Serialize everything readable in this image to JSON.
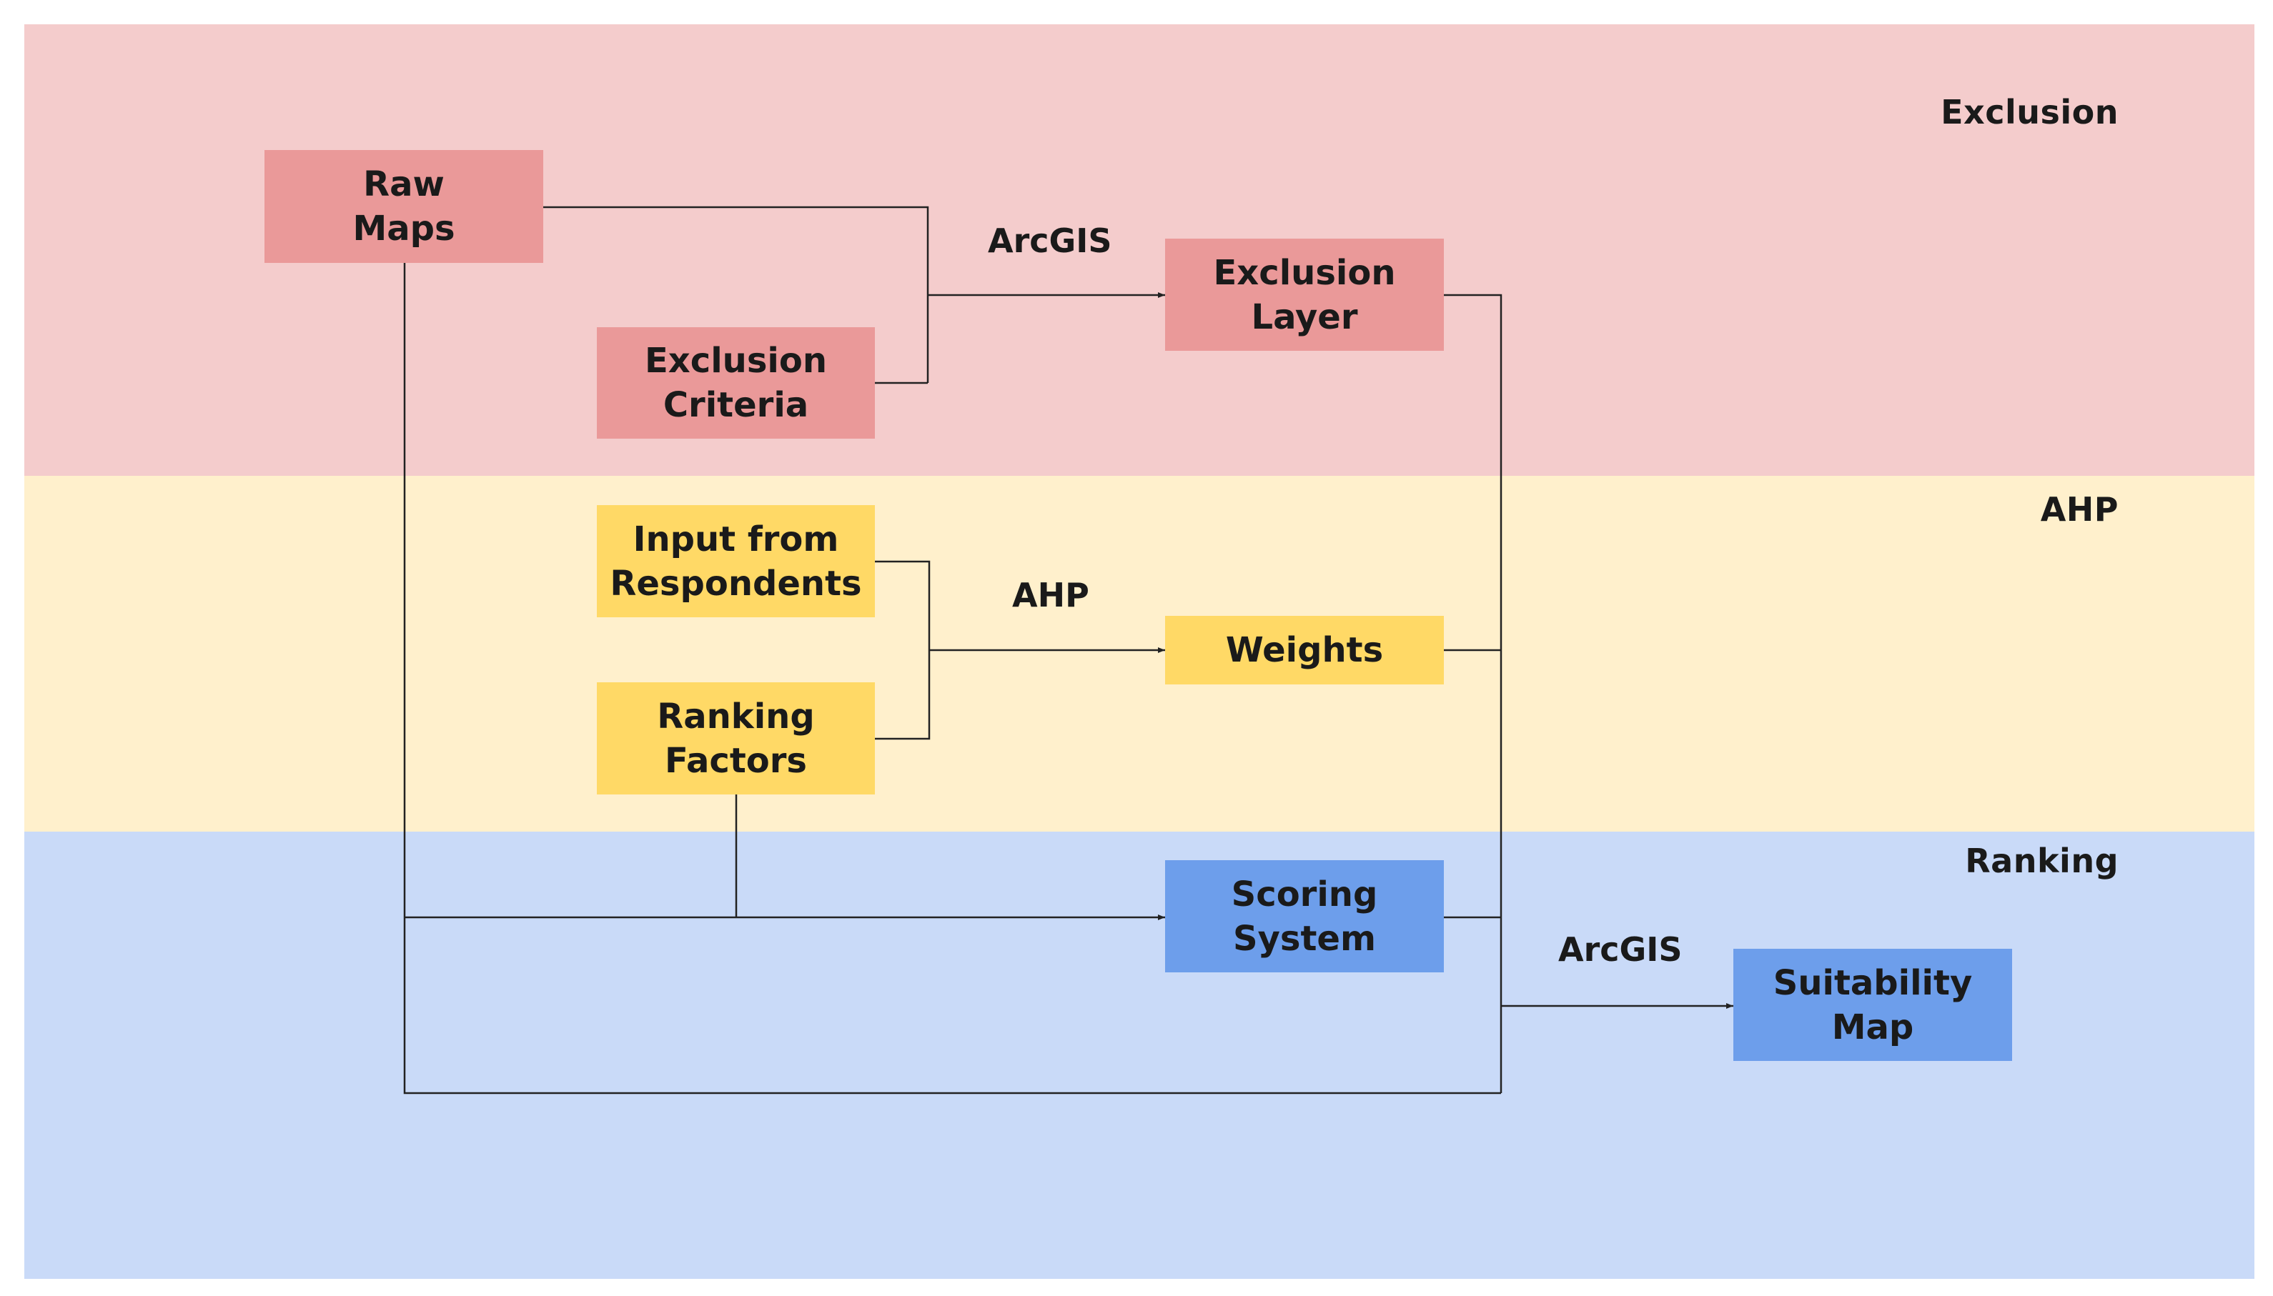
{
  "colors": {
    "exclusion_band": "#f4cccc",
    "ahp_band": "#fff0cc",
    "ranking_band": "#c9daf8",
    "exclusion_node": "#ea9999",
    "ahp_node": "#ffd966",
    "ranking_node": "#6d9eeb",
    "line": "#222222"
  },
  "bands": {
    "exclusion": "Exclusion",
    "ahp": "AHP",
    "ranking": "Ranking"
  },
  "nodes": {
    "raw_maps": "Raw\nMaps",
    "exclusion_criteria": "Exclusion\nCriteria",
    "exclusion_layer": "Exclusion\nLayer",
    "input_respondents": "Input from\nRespondents",
    "ranking_factors": "Ranking\nFactors",
    "weights": "Weights",
    "scoring_system": "Scoring\nSystem",
    "suitability_map": "Suitability\nMap"
  },
  "edge_labels": {
    "arcgis_exclusion": "ArcGIS",
    "ahp_weights": "AHP",
    "arcgis_suitability": "ArcGIS"
  }
}
